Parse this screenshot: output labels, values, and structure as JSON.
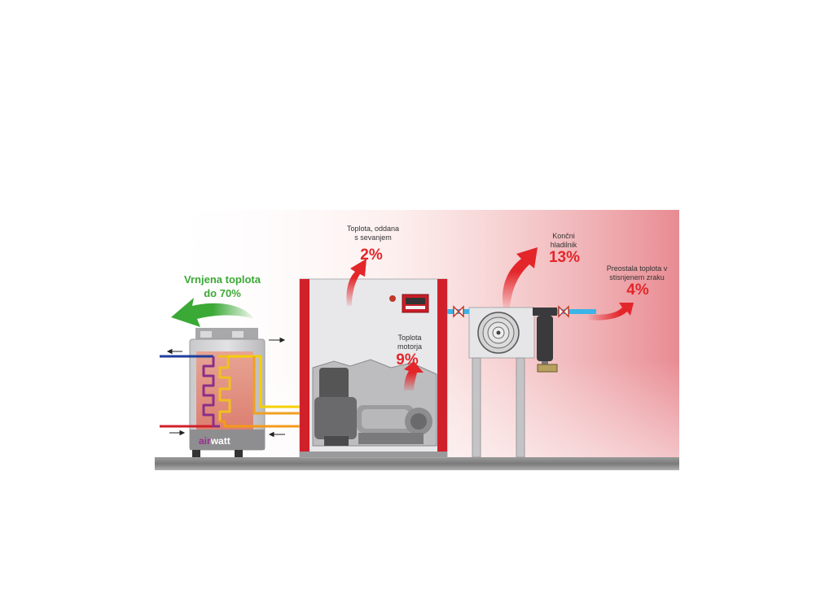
{
  "labels": {
    "returned_heat": "Vrnjena toplota",
    "returned_heat_pct": "do 70%",
    "radiation_line1": "Toplota, oddana",
    "radiation_line2": "s sevanjem",
    "radiation_pct": "2%",
    "motor_line1": "Toplota",
    "motor_line2": "motorja",
    "motor_pct": "9%",
    "cooler_line1": "Končni",
    "cooler_line2": "hladilnik",
    "cooler_pct": "13%",
    "residual_line1": "Preostala toplota v",
    "residual_line2": "stisnjenem zraku",
    "residual_pct": "4%"
  },
  "brand": {
    "part1": "air",
    "part2": "watt"
  },
  "colors": {
    "heat_red": "#e3262a",
    "recovery_green": "#3aa935",
    "compressor_frame": "#d0202a",
    "brand_purple": "#9b2d8f",
    "pipe_cold": "#1f3e9c",
    "pipe_hot": "#f0a020",
    "pipe_air": "#3bb4e8"
  }
}
